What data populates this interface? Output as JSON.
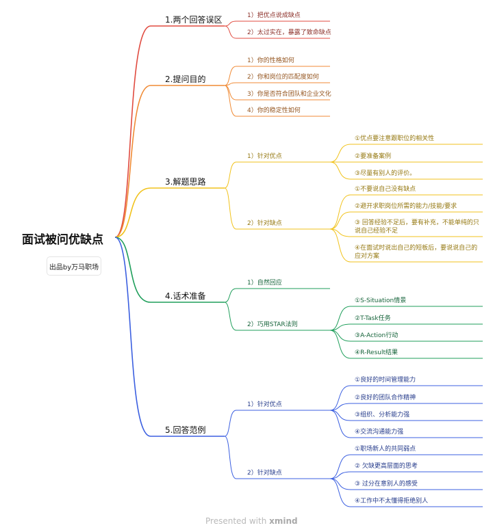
{
  "root": {
    "title": "面试被问优缺点",
    "credit": "出品by万马职场"
  },
  "branches": [
    {
      "label": "1.两个回答误区",
      "color": "#e04a3f",
      "items": [
        {
          "label": "1）把优点说成缺点",
          "children": []
        },
        {
          "label": "2）太过实在，暴露了致命缺点",
          "children": []
        }
      ]
    },
    {
      "label": "2.提问目的",
      "color": "#f08a34",
      "items": [
        {
          "label": "1）你的性格如何",
          "children": []
        },
        {
          "label": "2）你和岗位的匹配度如何",
          "children": []
        },
        {
          "label": "3）你是否符合团队和企业文化",
          "children": []
        },
        {
          "label": "4）你的稳定性如何",
          "children": []
        }
      ]
    },
    {
      "label": "3.解题思路",
      "color": "#f1c21b",
      "items": [
        {
          "label": "1）针对优点",
          "children": [
            "①优点要注意跟职位的相关性",
            "②要准备案例",
            "③尽量有别人的评价。"
          ]
        },
        {
          "label": "2）针对缺点",
          "children": [
            "①不要说自己没有缺点",
            "②避开求职岗位所需的能力/技能/要求",
            "③ 回答经验不足后，要有补充，不能单纯的只说自己经验不足",
            "④在面试时说出自己的短板后，要说说自己的应对方案"
          ]
        }
      ]
    },
    {
      "label": "4.话术准备",
      "color": "#1e9e5a",
      "items": [
        {
          "label": "1）自然回应",
          "children": []
        },
        {
          "label": "2）巧用STAR法则",
          "children": [
            "①S-Situation情景",
            "②T-Task任务",
            "③A-Action行动",
            "④R-Result结果"
          ]
        }
      ]
    },
    {
      "label": "5.回答范例",
      "color": "#3b5fe0",
      "items": [
        {
          "label": "1）针对优点",
          "children": [
            "①良好的时间管理能力",
            "②良好的团队合作精神",
            "③组织、分析能力强",
            "④交流沟通能力强"
          ]
        },
        {
          "label": "2）针对缺点",
          "children": [
            "①职场新人的共同弱点",
            "② 欠缺更高层面的思考",
            "③ 过分在意别人的感受",
            "④工作中不太懂得拒绝别人"
          ]
        }
      ]
    }
  ],
  "footer": {
    "prefix": "Presented with",
    "brand": "xmind"
  }
}
